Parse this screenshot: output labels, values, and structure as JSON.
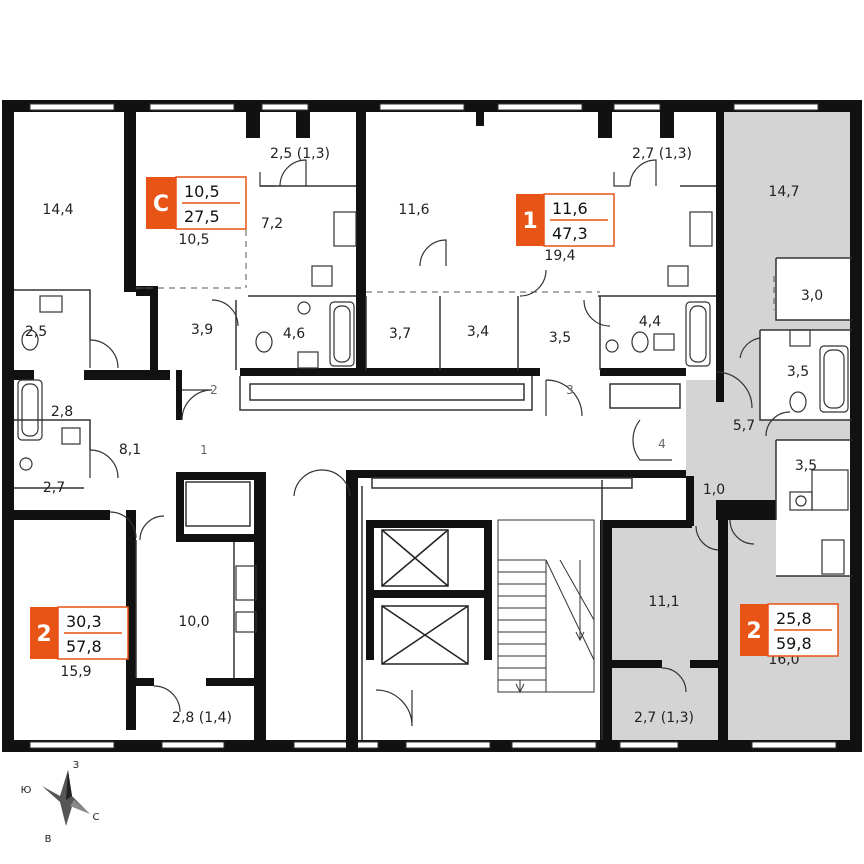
{
  "colors": {
    "wall": "#111111",
    "shaded": "#d4d4d4",
    "accent": "#e85316",
    "thin": "#333333"
  },
  "rooms": [
    {
      "id": "r-14-4",
      "label": "14,4"
    },
    {
      "id": "r-2-5a",
      "label": "2,5"
    },
    {
      "id": "r-2-8",
      "label": "2,8"
    },
    {
      "id": "r-2-7a",
      "label": "2,7"
    },
    {
      "id": "r-8-1",
      "label": "8,1"
    },
    {
      "id": "r-15-9",
      "label": "15,9"
    },
    {
      "id": "r-10-5",
      "label": "10,5"
    },
    {
      "id": "r-7-2",
      "label": "7,2"
    },
    {
      "id": "r-bal-2-5",
      "label": "2,5 (1,3)"
    },
    {
      "id": "r-3-9",
      "label": "3,9"
    },
    {
      "id": "r-4-6",
      "label": "4,6"
    },
    {
      "id": "r-11-6",
      "label": "11,6"
    },
    {
      "id": "r-19-4",
      "label": "19,4"
    },
    {
      "id": "r-bal-2-7-top",
      "label": "2,7 (1,3)"
    },
    {
      "id": "r-3-7",
      "label": "3,7"
    },
    {
      "id": "r-3-4",
      "label": "3,4"
    },
    {
      "id": "r-3-5a",
      "label": "3,5"
    },
    {
      "id": "r-4-4",
      "label": "4,4"
    },
    {
      "id": "r-14-7",
      "label": "14,7"
    },
    {
      "id": "r-3-0",
      "label": "3,0"
    },
    {
      "id": "r-3-5b",
      "label": "3,5"
    },
    {
      "id": "r-5-7",
      "label": "5,7"
    },
    {
      "id": "r-3-5c",
      "label": "3,5"
    },
    {
      "id": "r-1-0",
      "label": "1,0"
    },
    {
      "id": "r-11-1",
      "label": "11,1"
    },
    {
      "id": "r-16-0",
      "label": "16,0"
    },
    {
      "id": "r-10-0",
      "label": "10,0"
    },
    {
      "id": "r-bal-2-8",
      "label": "2,8 (1,4)"
    },
    {
      "id": "r-bal-2-7-bot",
      "label": "2,7 (1,3)"
    }
  ],
  "door_numbers": [
    "1",
    "2",
    "3",
    "4"
  ],
  "apartments": [
    {
      "type": "С",
      "living": "10,5",
      "total": "27,5"
    },
    {
      "type": "1",
      "living": "11,6",
      "total": "47,3"
    },
    {
      "type": "2",
      "living": "30,3",
      "total": "57,8"
    },
    {
      "type": "2",
      "living": "25,8",
      "total": "59,8"
    }
  ],
  "compass": {
    "top": "З",
    "left": "Ю",
    "right": "С",
    "bottom": "В"
  }
}
